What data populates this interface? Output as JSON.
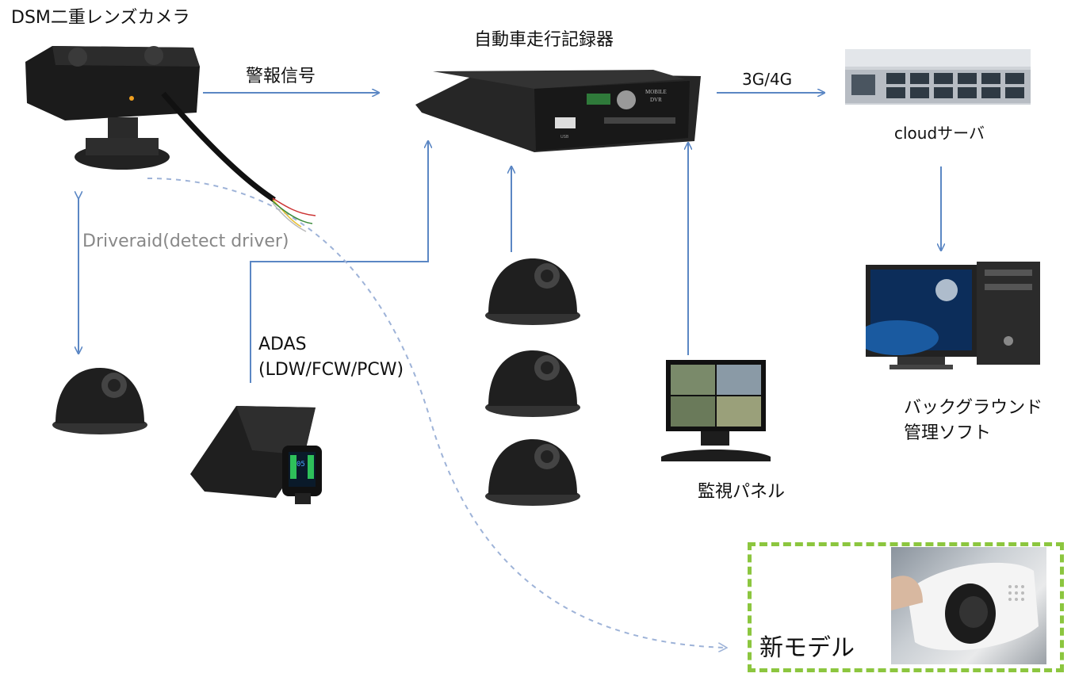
{
  "labels": {
    "dsm_camera": "DSM二重レンズカメラ",
    "alarm_signal": "警報信号",
    "recorder": "自動車走行記録器",
    "network": "3G/4G",
    "cloud_server": "cloudサーバ",
    "driveraid": "Driveraid(detect driver)",
    "adas_line1": "ADAS",
    "adas_line2": "(LDW/FCW/PCW)",
    "monitor_panel": "監視パネル",
    "backend_line1": "バックグラウンド",
    "backend_line2": "管理ソフト",
    "new_model": "新モデル"
  },
  "devices": {
    "dvr_label_mobile": "MOBILE",
    "dvr_label_dvr": "DVR",
    "dvr_usb": "USB",
    "adas_display": "05"
  },
  "colors": {
    "arrow": "#5b87c4",
    "dashed_curve": "#9eb3d8",
    "new_model_border": "#8cc63f",
    "device_dark": "#1e1e1e"
  }
}
